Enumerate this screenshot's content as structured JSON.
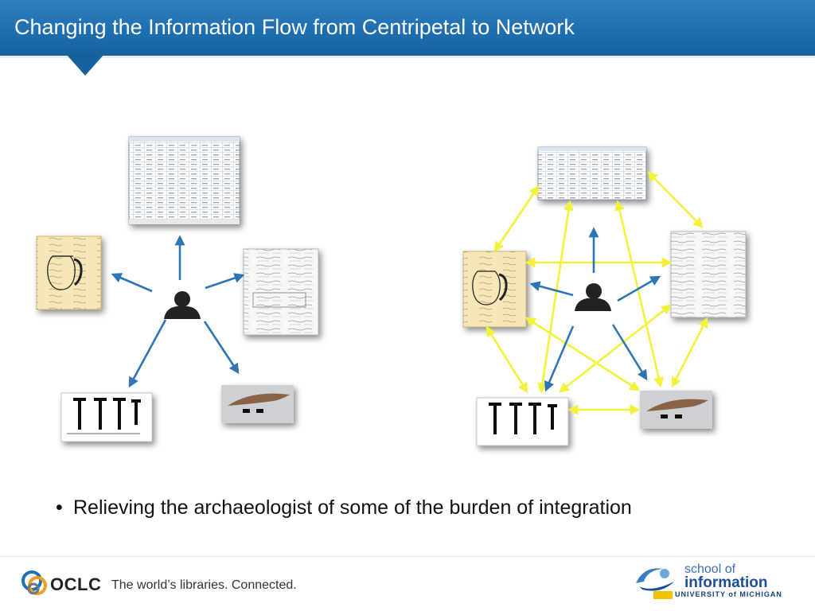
{
  "slide": {
    "title": "Changing the Information Flow from Centripetal to Network",
    "bullet": "Relieving the archaeologist of some of the burden of integration"
  },
  "footer": {
    "oclc_word": "OCLC",
    "tagline": "The world’s libraries. Connected.",
    "umsi_line1": "school of",
    "umsi_line2": "information",
    "umsi_line3": "UNIVERSITY of MICHIGAN"
  },
  "colors": {
    "title_bar": "#1f6fb0",
    "blue_arrow": "#2e75b6",
    "yellow_arrow": "#f2f23a"
  }
}
